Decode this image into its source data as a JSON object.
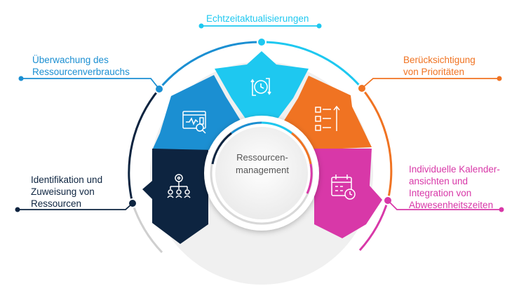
{
  "center": {
    "label": "Ressourcen-\nmanagement"
  },
  "labels": {
    "top": "Echtzeitaktualisierungen",
    "upper_left": "Überwachung des\nRessourcenverbrauchs",
    "upper_right": "Berücksichtigung\nvon Prioritäten",
    "lower_left": "Identifikation und\nZuweisung von\nRessourcen",
    "lower_right": "Individuelle Kalender-\nansichten und\nIntegration von\nAbwesenheitszeiten"
  },
  "colors": {
    "top": "#1ec8f0",
    "upper_left": "#1b8fd2",
    "upper_right": "#f07322",
    "lower_left": "#0d2440",
    "lower_right": "#d838a8",
    "empty_segment": "#f0f0f0",
    "ring_gray": "#cfcfcf"
  },
  "icons": {
    "top": "clock-refresh-icon",
    "upper_left": "monitor-analytics-icon",
    "upper_right": "priority-list-icon",
    "lower_left": "people-network-icon",
    "lower_right": "calendar-clock-icon"
  }
}
